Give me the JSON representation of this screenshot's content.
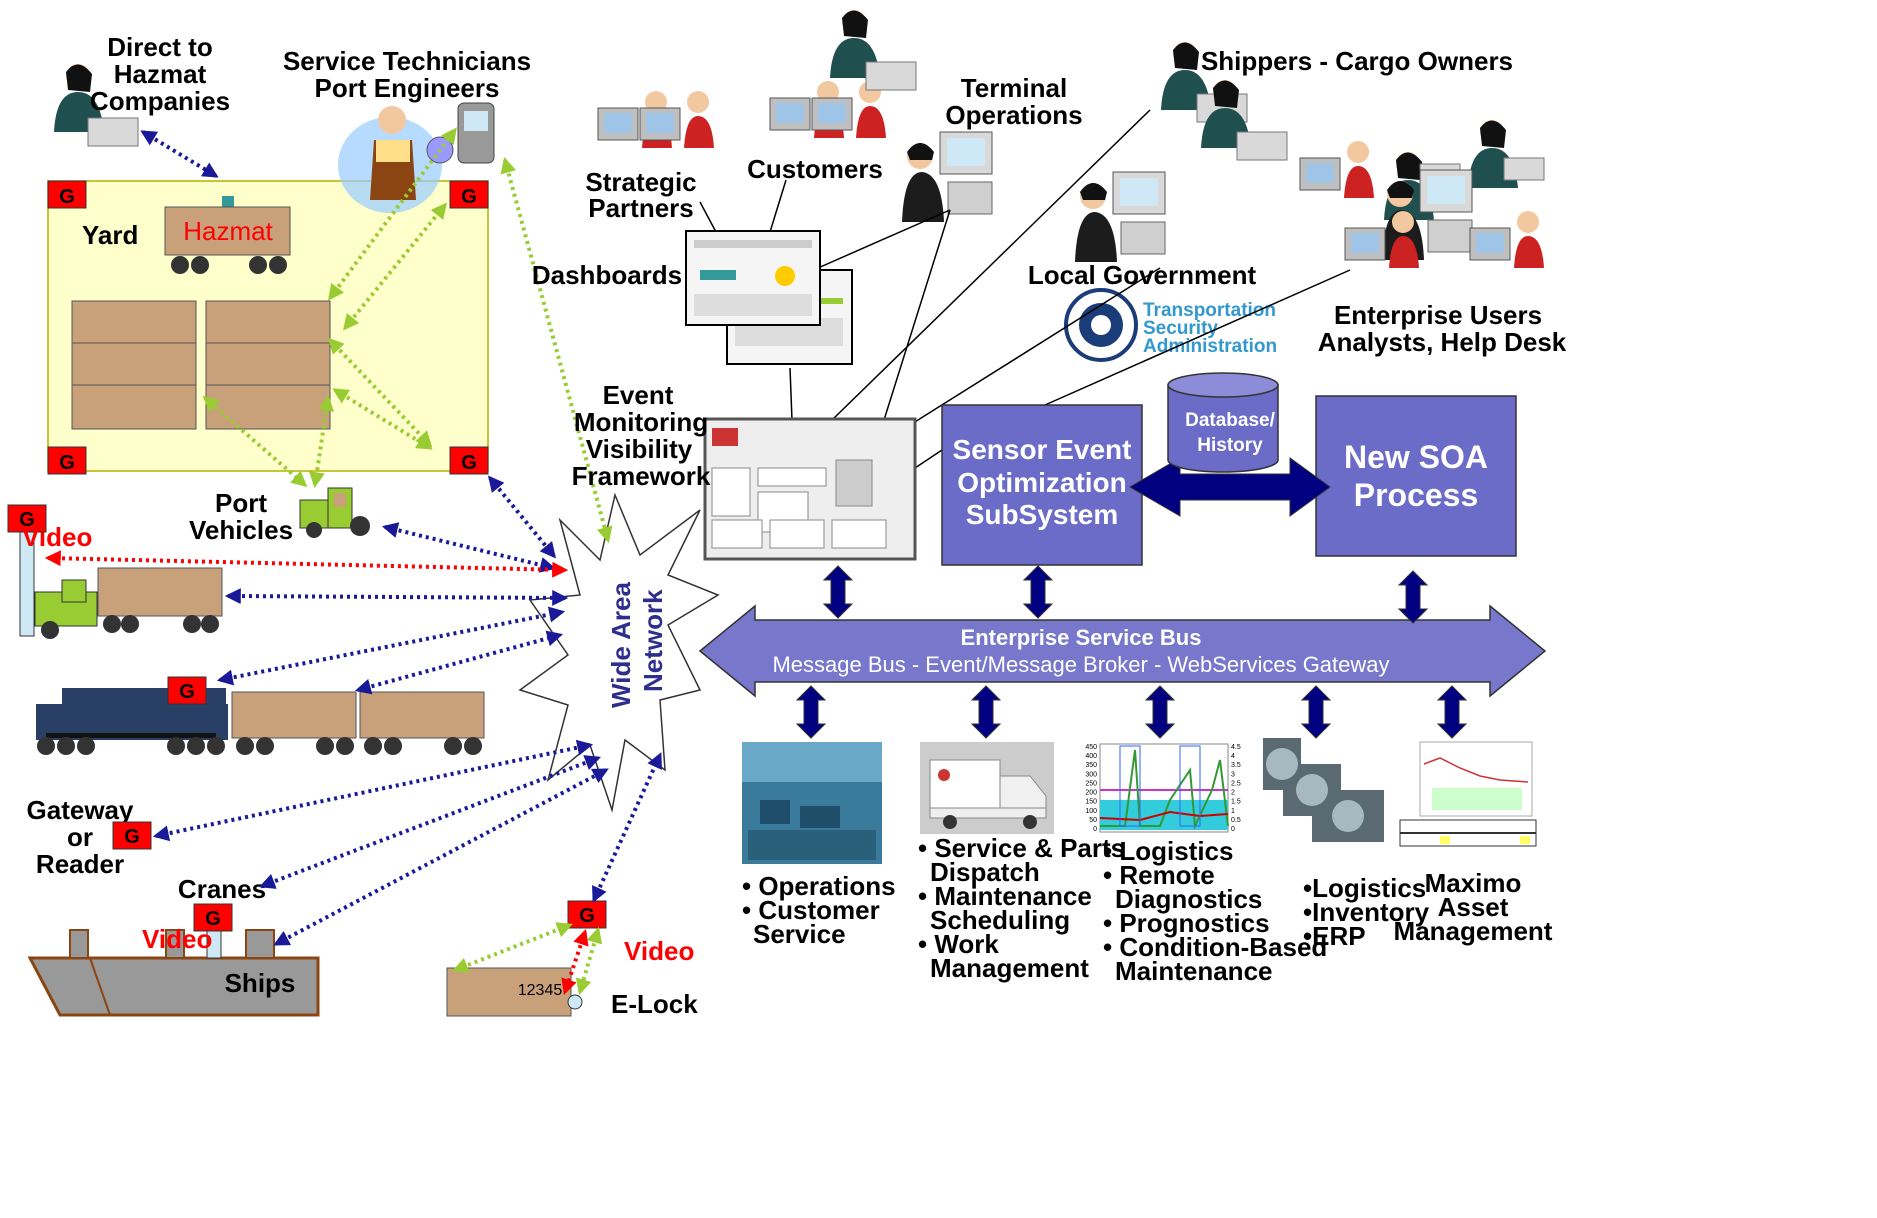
{
  "labels": {
    "direct_hazmat": [
      "Direct to",
      "Hazmat",
      "Companies"
    ],
    "service_tech": [
      "Service Technicians",
      "Port Engineers"
    ],
    "yard": "Yard",
    "hazmat": "Hazmat",
    "port_vehicles": [
      "Port",
      "Vehicles"
    ],
    "video_left": "Video",
    "video_ship": "Video",
    "video_elock": "Video",
    "gateway": [
      "Gateway",
      "or",
      "Reader"
    ],
    "cranes": "Cranes",
    "ships": "Ships",
    "elock": "E-Lock",
    "elock_number": "12345",
    "dashboards": "Dashboards",
    "strategic": [
      "Strategic",
      "Partners"
    ],
    "customers": "Customers",
    "terminal": [
      "Terminal",
      "Operations"
    ],
    "shippers": "Shippers - Cargo Owners",
    "local_gov": "Local Government",
    "tsa": [
      "Transportation",
      "Security",
      "Administration"
    ],
    "enterprise_users": [
      "Enterprise Users",
      "Analysts, Help Desk"
    ],
    "event_monitoring": [
      "Event",
      "Monitoring",
      "Visibility",
      "Framework"
    ],
    "wan": [
      "Wide Area",
      "Network"
    ],
    "gate_marker": "G"
  },
  "boxes": {
    "sensor": [
      "Sensor Event",
      "Optimization",
      "SubSystem"
    ],
    "database": [
      "Database/",
      "History"
    ],
    "soa": [
      "New SOA",
      "Process"
    ]
  },
  "esb": {
    "title": "Enterprise Service Bus",
    "subtitle": "Message Bus - Event/Message Broker - WebServices Gateway"
  },
  "services": {
    "operations": [
      "• Operations",
      "• Customer",
      "Service"
    ],
    "service_parts": [
      "• Service & Parts",
      "Dispatch",
      "• Maintenance",
      "Scheduling",
      "• Work",
      "Management"
    ],
    "logistics_chart": [
      "• Logistics",
      "• Remote",
      "Diagnostics",
      "• Prognostics",
      "• Condition-Based",
      "Maintenance"
    ],
    "erp": [
      "•Logistics",
      "•Inventory",
      "•ERP"
    ],
    "maximo": [
      "Maximo",
      "Asset",
      "Management"
    ]
  },
  "mini_chart": {
    "y_left": [
      "450",
      "400",
      "350",
      "300",
      "250",
      "200",
      "150",
      "100",
      "50",
      "0"
    ],
    "y_right": [
      "4.5",
      "4",
      "3.5",
      "3",
      "2.5",
      "2",
      "1.5",
      "1",
      "0.5",
      "0"
    ]
  },
  "colors": {
    "box_fill": "#6b6bc8",
    "bus_fill": "#7777cc",
    "arrow_navy": "#000080",
    "yard_fill": "#ffffcc",
    "container": "#c8a07a",
    "link_green": "#99cc33",
    "link_blue": "#1a1a99",
    "link_red": "#ff0000"
  }
}
